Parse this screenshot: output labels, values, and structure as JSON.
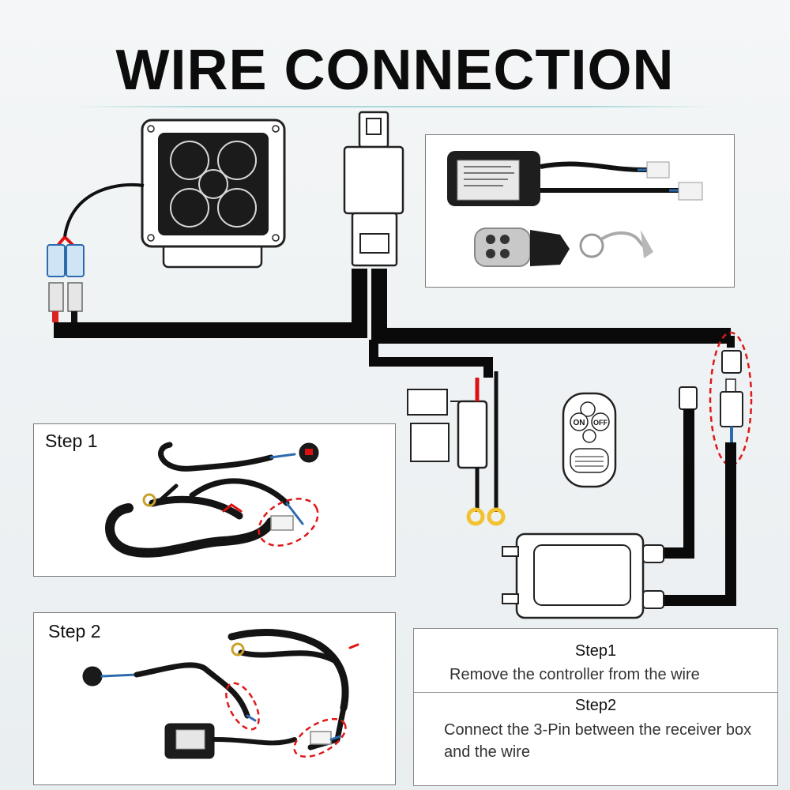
{
  "title": "WIRE CONNECTION",
  "step1_panel": {
    "label": "Step 1"
  },
  "step2_panel": {
    "label": "Step 2"
  },
  "instructions": {
    "step1_heading": "Step1",
    "step1_text": "Remove the controller from the wire",
    "step2_heading": "Step2",
    "step2_text": "Connect the 3-Pin between the receiver box and the wire"
  },
  "remote_buttons": {
    "on": "ON",
    "off": "OFF"
  },
  "colors": {
    "wire": "#0a0a0a",
    "highlight": "#e01818",
    "ring": "#f2c230"
  }
}
